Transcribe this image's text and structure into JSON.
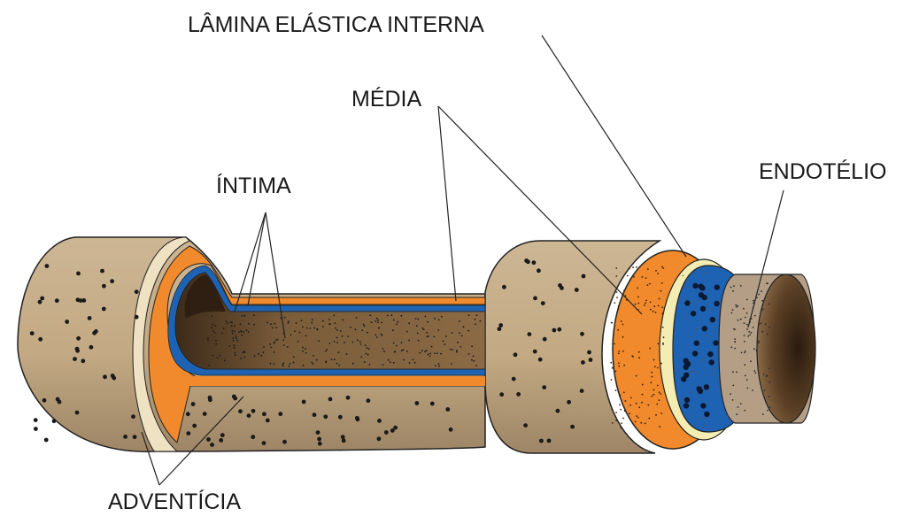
{
  "labels": {
    "lamina": "LÂMINA ELÁSTICA INTERNA",
    "media": "MÉDIA",
    "intima": "ÍNTIMA",
    "endotelio": "ENDOTÉLIO",
    "adventicia": "ADVENTÍCIA"
  },
  "colors": {
    "adventitia": "#c5ad8a",
    "adventitia_shadow": "#9d8566",
    "media": "#f08a2c",
    "lamina": "#f3ecb3",
    "endothelium": "#1e63b3",
    "lumen": "#6e5233",
    "lumen_dark": "#3c2a19",
    "outline": "#1a1a1a"
  }
}
